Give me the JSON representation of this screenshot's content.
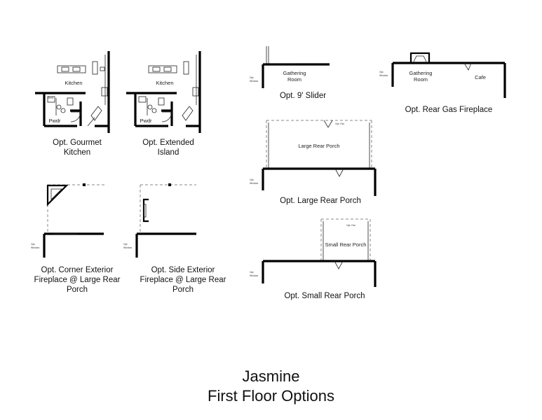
{
  "page": {
    "title_line1": "Jasmine",
    "title_line2": "First Floor Options"
  },
  "options": [
    {
      "id": "gourmet-kitchen",
      "caption_lines": [
        "Opt. Gourmet",
        "Kitchen"
      ]
    },
    {
      "id": "extended-island",
      "caption_lines": [
        "Opt. Extended",
        "Island"
      ]
    },
    {
      "id": "corner-exterior-fireplace",
      "caption_lines": [
        "Opt. Corner Exterior",
        "Fireplace @ Large Rear",
        "Porch"
      ]
    },
    {
      "id": "side-exterior-fireplace",
      "caption_lines": [
        "Opt. Side Exterior",
        "Fireplace @ Large Rear",
        "Porch"
      ]
    },
    {
      "id": "nine-ft-slider",
      "caption_lines": [
        "Opt. 9' Slider"
      ]
    },
    {
      "id": "rear-gas-fireplace",
      "caption_lines": [
        "Opt. Rear Gas Fireplace"
      ]
    },
    {
      "id": "large-rear-porch",
      "caption_lines": [
        "Opt. Large Rear Porch"
      ]
    },
    {
      "id": "small-rear-porch",
      "caption_lines": [
        "Opt. Small Rear Porch"
      ]
    }
  ],
  "room_labels": {
    "kitchen": "Kitchen",
    "powder": "Pwdr",
    "gathering_room_line1": "Gathering",
    "gathering_room_line2": "Room",
    "cafe": "Cafe",
    "large_rear_porch": "Large Rear Porch",
    "small_rear_porch": "Small Rear Porch"
  }
}
